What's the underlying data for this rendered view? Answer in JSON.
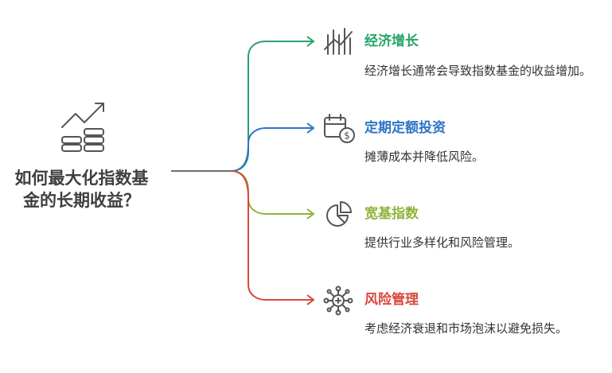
{
  "question": [
    "如何最大化指数基",
    "金的长期收益？"
  ],
  "colors": {
    "growth": "#27a36a",
    "dca": "#2f74c8",
    "broad": "#8db43a",
    "risk": "#d8483e",
    "stem": "#6e6e6e"
  },
  "branches": [
    {
      "title": "经济增长",
      "desc": "经济增长通常会导致指数基金的收益增加。",
      "icon": "rising-bars-icon",
      "color": "#27a36a"
    },
    {
      "title": "定期定额投资",
      "desc": "摊薄成本并降低风险。",
      "icon": "calendar-dollar-icon",
      "color": "#2f74c8"
    },
    {
      "title": "宽基指数",
      "desc": "提供行业多样化和风险管理。",
      "icon": "pie-chart-icon",
      "color": "#8db43a"
    },
    {
      "title": "风险管理",
      "desc": "考虑经济衰退和市场泡沫以避免损失。",
      "icon": "network-plus-icon",
      "color": "#d8483e"
    }
  ]
}
